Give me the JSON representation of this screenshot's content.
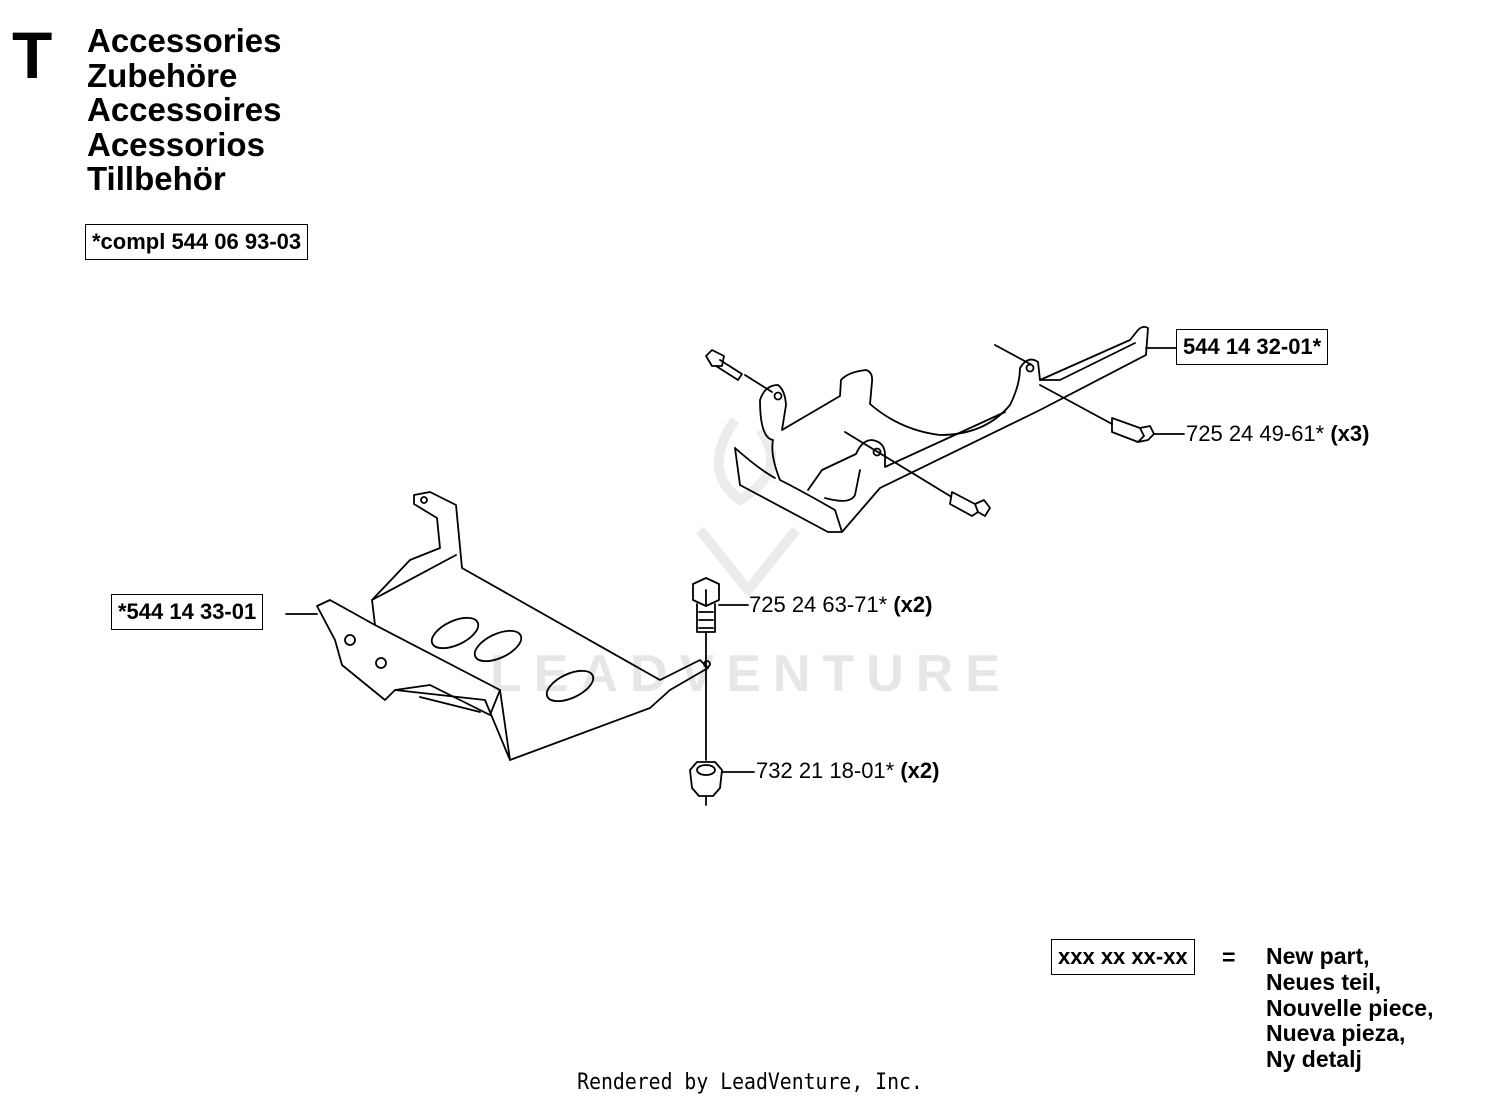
{
  "section_letter": "T",
  "titles": [
    "Accessories",
    "Zubehöre",
    "Accessoires",
    "Acessorios",
    "Tillbehör"
  ],
  "compl_label": "*compl 544 06 93-03",
  "parts": {
    "bracket_upper": {
      "number": "544 14 32-01*"
    },
    "bolt_upper": {
      "number": "725 24 49-61*",
      "qty": "(x3)"
    },
    "bolt_lower": {
      "number": "725 24 63-71*",
      "qty": "(x2)"
    },
    "bracket_lower": {
      "number": "*544 14 33-01"
    },
    "nut": {
      "number": "732 21 18-01*",
      "qty": "(x2)"
    }
  },
  "legend": {
    "placeholder": "xxx xx xx-xx",
    "equals": "=",
    "lines": [
      "New part,",
      "Neues teil,",
      "Nouvelle piece,",
      "Nueva pieza,",
      "Ny detalj"
    ]
  },
  "watermark": "LEADVENTURE",
  "footer": "Rendered by LeadVenture, Inc."
}
